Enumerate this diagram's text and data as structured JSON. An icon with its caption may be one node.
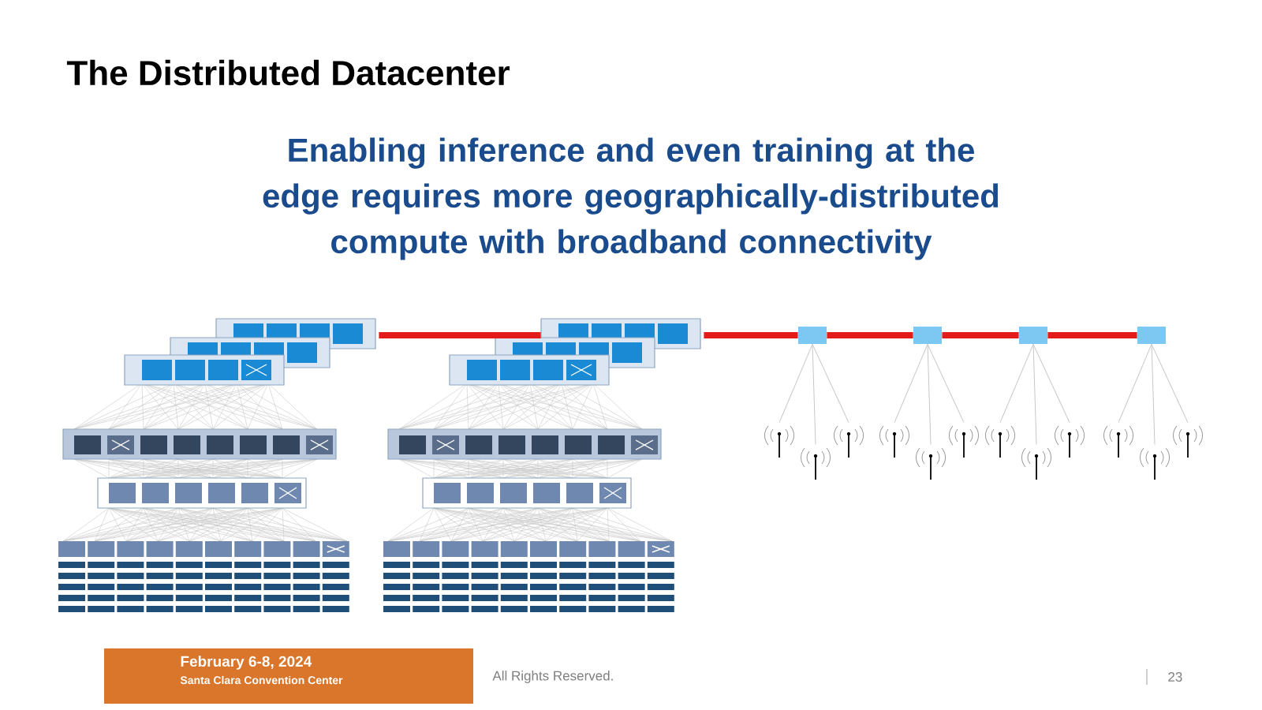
{
  "diagram": {
    "title": "The Distributed Datacenter",
    "nodes": [
      {
        "text": [],
        "shape": "picture"
      },
      {
        "text": [],
        "shape": "picture"
      },
      {
        "text": [],
        "shape": "box"
      },
      {
        "text": [],
        "shape": "box"
      },
      {
        "text": [],
        "shape": "box"
      },
      {
        "text": [],
        "shape": "box"
      },
      {
        "text": [],
        "shape": "picture"
      },
      {
        "text": [],
        "shape": "picture"
      },
      {
        "text": [],
        "shape": "picture"
      },
      {
        "text": [],
        "shape": "picture"
      },
      {
        "text": [],
        "shape": "picture"
      },
      {
        "text": [],
        "shape": "picture"
      },
      {
        "text": [],
        "shape": "picture"
      },
      {
        "text": [],
        "shape": "picture"
      },
      {
        "text": [],
        "shape": "picture"
      },
      {
        "text": [],
        "shape": "picture"
      },
      {
        "text": [],
        "shape": "picture"
      },
      {
        "text": [],
        "shape": "picture"
      }
    ],
    "edges": [
      {
        "from": 0,
        "to": 1,
        "arrow": "none",
        "style": "thick",
        "color": "#e41b1b"
      },
      {
        "from": 1,
        "to": 2,
        "arrow": "none",
        "style": "thick",
        "color": "#e41b1b"
      },
      {
        "from": 2,
        "to": 3,
        "arrow": "none",
        "style": "thick",
        "color": "#e41b1b"
      },
      {
        "from": 3,
        "to": 4,
        "arrow": "none",
        "style": "thick",
        "color": "#e41b1b"
      },
      {
        "from": 4,
        "to": 5,
        "arrow": "none",
        "style": "thick",
        "color": "#e41b1b"
      },
      {
        "from": 2,
        "to": 6,
        "arrow": "none"
      },
      {
        "from": 2,
        "to": 7,
        "arrow": "none"
      },
      {
        "from": 2,
        "to": 8,
        "arrow": "none"
      },
      {
        "from": 3,
        "to": 9,
        "arrow": "none"
      },
      {
        "from": 3,
        "to": 10,
        "arrow": "none"
      },
      {
        "from": 3,
        "to": 11,
        "arrow": "none"
      },
      {
        "from": 4,
        "to": 12,
        "arrow": "none"
      },
      {
        "from": 4,
        "to": 13,
        "arrow": "none"
      },
      {
        "from": 4,
        "to": 14,
        "arrow": "none"
      },
      {
        "from": 5,
        "to": 15,
        "arrow": "none"
      },
      {
        "from": 5,
        "to": 16,
        "arrow": "none"
      },
      {
        "from": 5,
        "to": 17,
        "arrow": "none"
      }
    ],
    "labels": [
      "Enabling inference and even training at the edge requires more geographically-distributed compute with broadband connectivity",
      "February 6-8, 2024",
      "Santa Clara Convention Center",
      "All Rights Reserved.",
      "23"
    ]
  }
}
